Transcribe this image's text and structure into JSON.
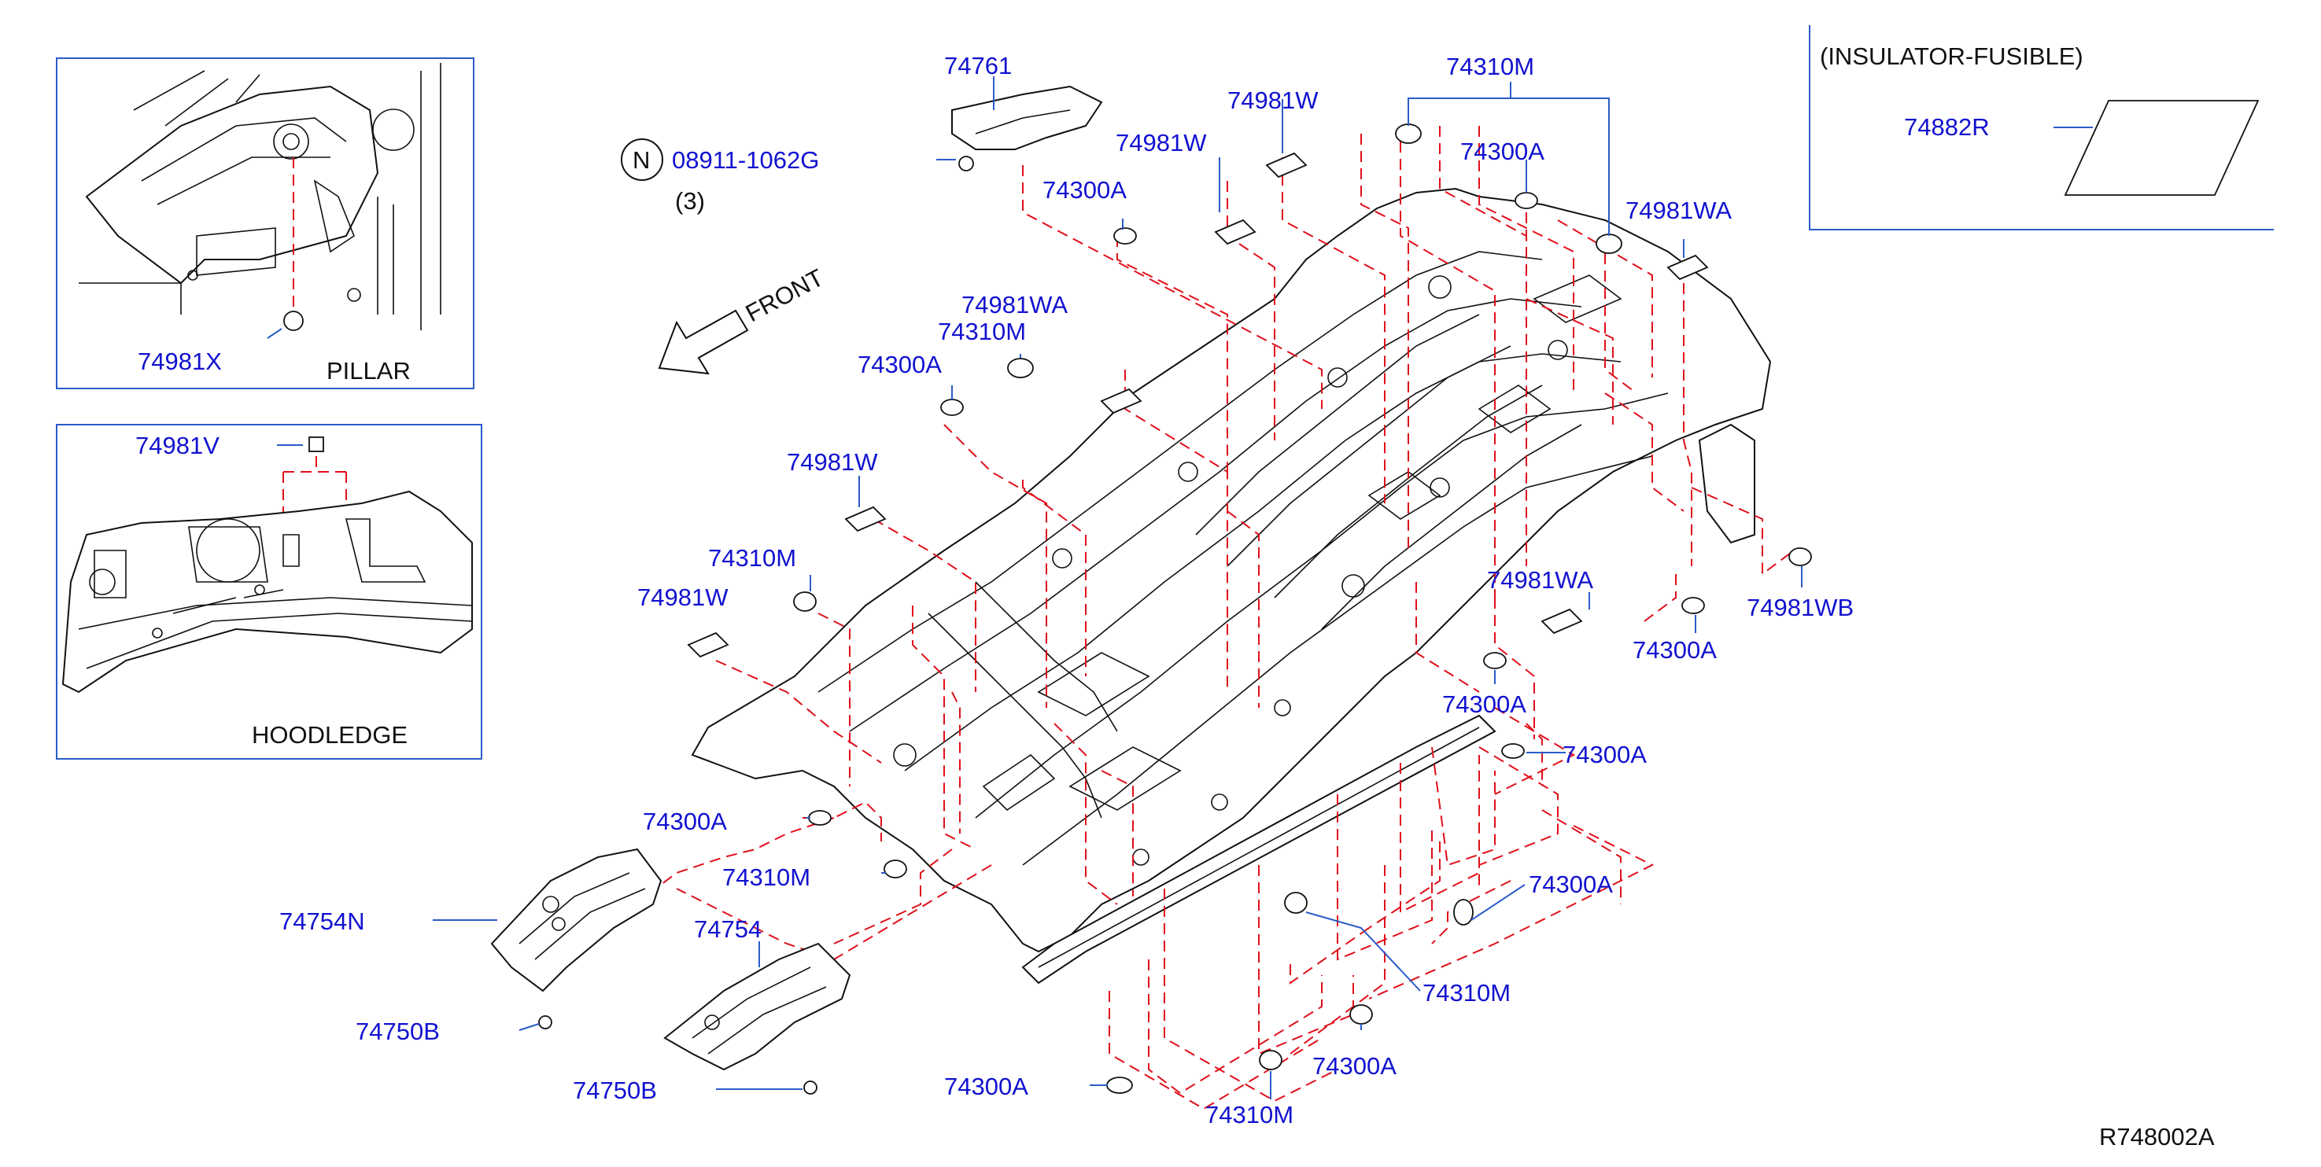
{
  "diagram": {
    "labels": {
      "p74761": "74761",
      "pN": "08911-1062G",
      "pN_qty": "(3)",
      "p74310M_top": "74310M",
      "p74981W_a": "74981W",
      "p74981W_b": "74981W",
      "p74300A_a": "74300A",
      "p74300A_b": "74300A",
      "p74981WA_a": "74981WA",
      "p74981WA_b": "74981WA",
      "p74310M_b": "74310M",
      "p74300A_c": "74300A",
      "p74981W_c": "74981W",
      "p74310M_c": "74310M",
      "p74981W_d": "74981W",
      "p74981WA_c": "74981WA",
      "p74981WB": "74981WB",
      "p74300A_d": "74300A",
      "p74300A_e": "74300A",
      "p74300A_f": "74300A",
      "p74300A_g": "74300A",
      "p74310M_d": "74310M",
      "p74754N": "74754N",
      "p74754": "74754",
      "p74750B_a": "74750B",
      "p74750B_b": "74750B",
      "p74300A_h": "74300A",
      "p74310M_e": "74310M",
      "p74300A_i": "74300A",
      "p74310M_f": "74310M",
      "p74882R": "74882R",
      "p74981X": "74981X",
      "p74981V": "74981V"
    },
    "circled_letter": "N",
    "front_label": "FRONT",
    "insets": {
      "pillar_title": "PILLAR",
      "hoodledge_title": "HOODLEDGE",
      "insulator_title": "(INSULATOR-FUSIBLE)"
    },
    "ref_code": "R748002A",
    "colors": {
      "label": "#1212d0",
      "leader": "#2a5cc8",
      "dashed_guide": "#e0101a",
      "outline": "#111111"
    }
  }
}
